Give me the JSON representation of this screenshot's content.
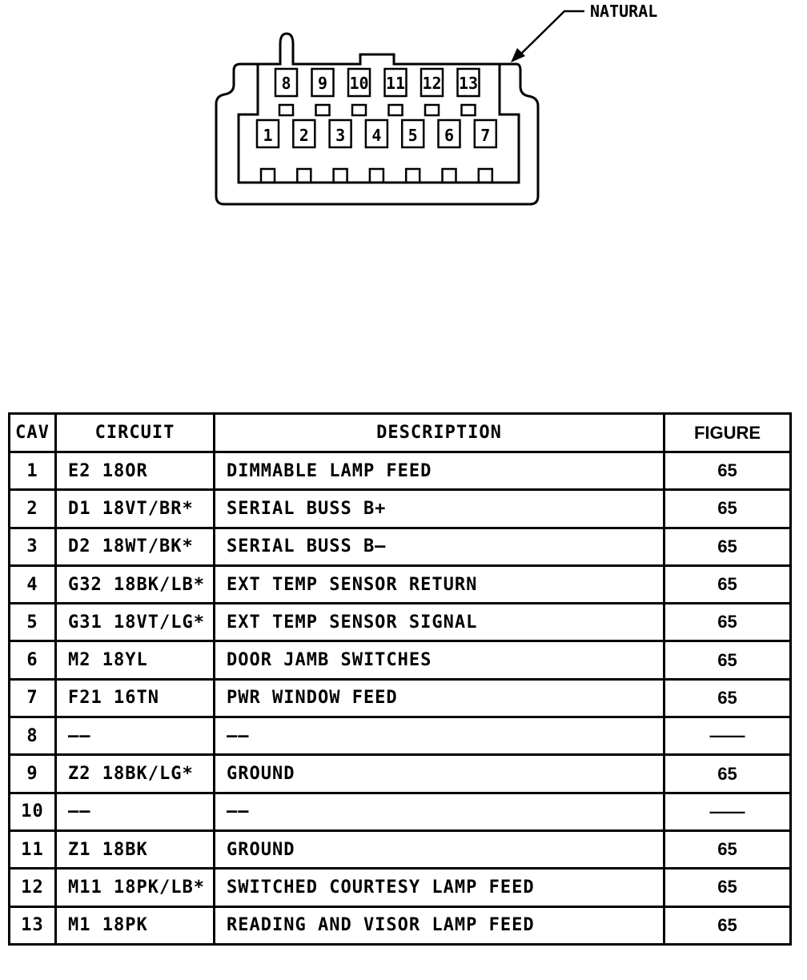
{
  "connector": {
    "color_label": "NATURAL",
    "top_row": [
      "8",
      "9",
      "10",
      "11",
      "12",
      "13"
    ],
    "bottom_row": [
      "1",
      "2",
      "3",
      "4",
      "5",
      "6",
      "7"
    ]
  },
  "table": {
    "headers": {
      "cav": "CAV",
      "circuit": "CIRCUIT",
      "description": "DESCRIPTION",
      "figure": "FIGURE"
    },
    "rows": [
      {
        "cav": "1",
        "circuit": "E2 18OR",
        "description": "DIMMABLE LAMP FEED",
        "figure": "65"
      },
      {
        "cav": "2",
        "circuit": "D1 18VT/BR*",
        "description": "SERIAL BUSS B+",
        "figure": "65"
      },
      {
        "cav": "3",
        "circuit": "D2 18WT/BK*",
        "description": "SERIAL BUSS B—",
        "figure": "65"
      },
      {
        "cav": "4",
        "circuit": "G32 18BK/LB*",
        "description": "EXT TEMP SENSOR RETURN",
        "figure": "65"
      },
      {
        "cav": "5",
        "circuit": "G31 18VT/LG*",
        "description": "EXT TEMP SENSOR SIGNAL",
        "figure": "65"
      },
      {
        "cav": "6",
        "circuit": "M2 18YL",
        "description": "DOOR JAMB SWITCHES",
        "figure": "65"
      },
      {
        "cav": "7",
        "circuit": "F21 16TN",
        "description": "PWR WINDOW FEED",
        "figure": "65"
      },
      {
        "cav": "8",
        "circuit": "——",
        "description": "——",
        "figure": "——"
      },
      {
        "cav": "9",
        "circuit": "Z2 18BK/LG*",
        "description": "GROUND",
        "figure": "65"
      },
      {
        "cav": "10",
        "circuit": "——",
        "description": "——",
        "figure": "——"
      },
      {
        "cav": "11",
        "circuit": "Z1 18BK",
        "description": "GROUND",
        "figure": "65"
      },
      {
        "cav": "12",
        "circuit": "M11 18PK/LB*",
        "description": "SWITCHED COURTESY LAMP FEED",
        "figure": "65"
      },
      {
        "cav": "13",
        "circuit": "M1 18PK",
        "description": "READING AND VISOR LAMP FEED",
        "figure": "65"
      }
    ]
  }
}
